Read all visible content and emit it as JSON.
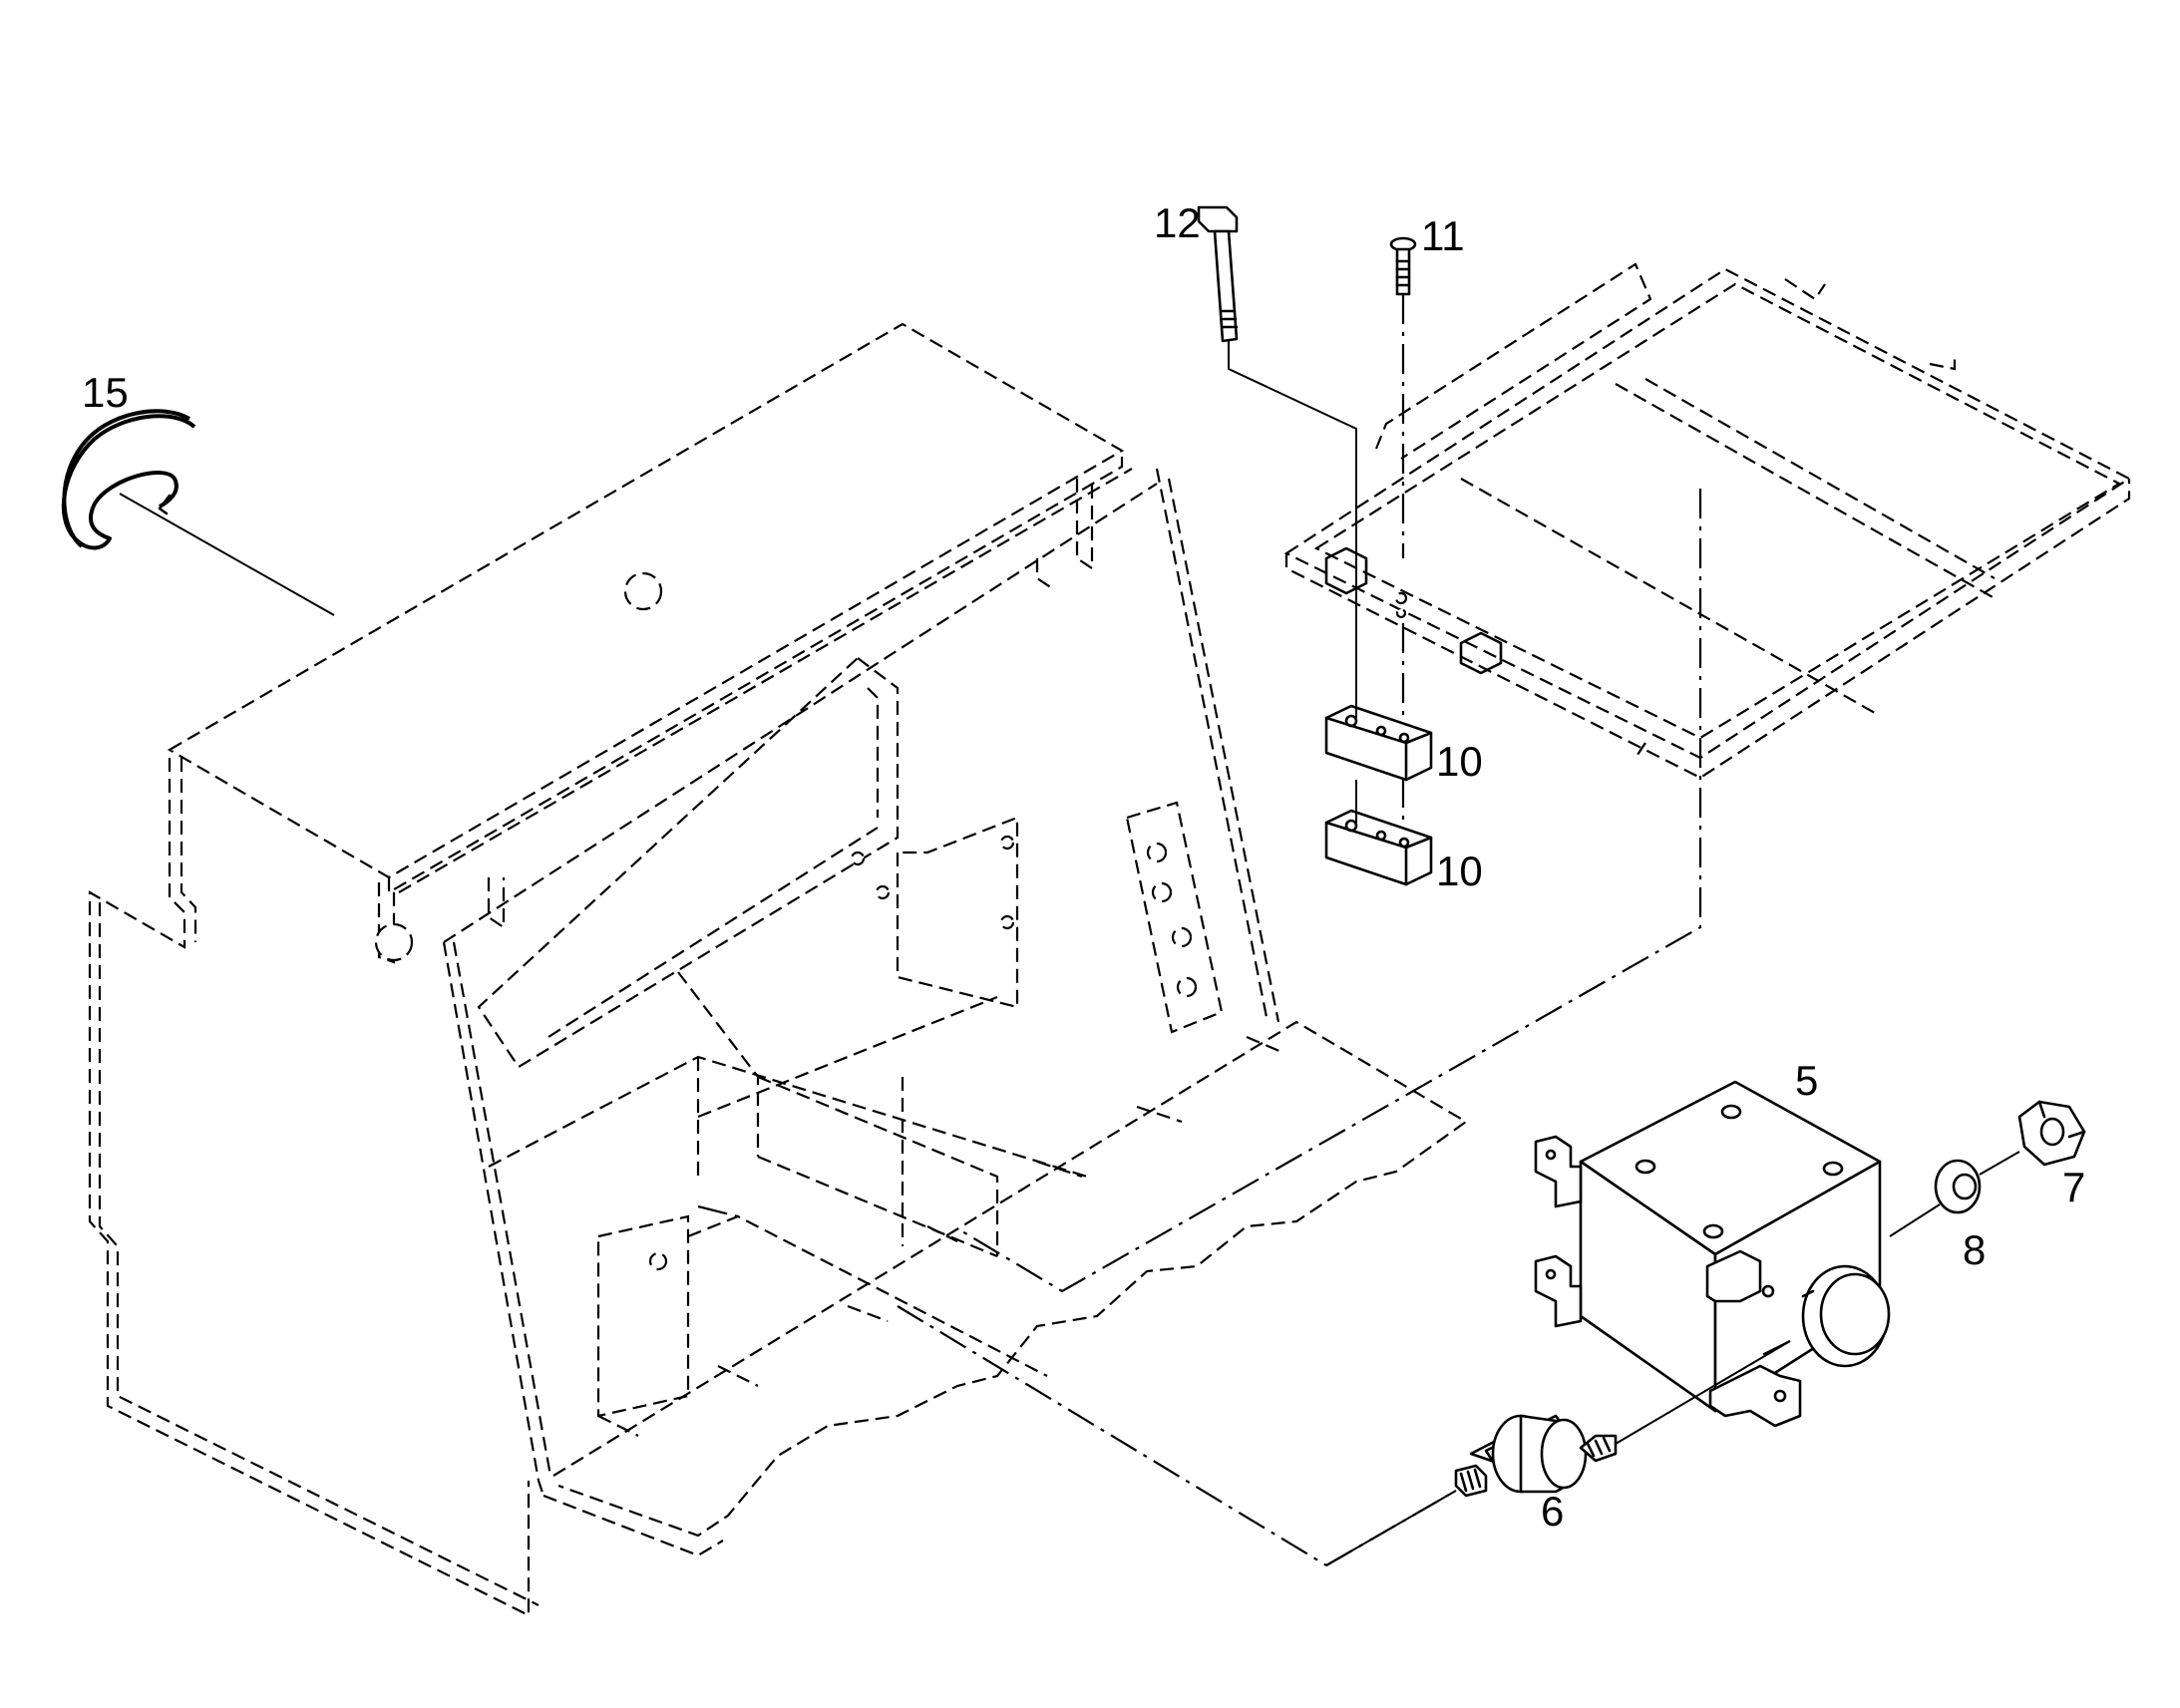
{
  "callouts": {
    "c15": "15",
    "c12": "12",
    "c11": "11",
    "c10a": "10",
    "c10b": "10",
    "c5": "5",
    "c7": "7",
    "c8": "8",
    "c6": "6"
  },
  "colors": {
    "line": "#000000",
    "background": "#ffffff"
  },
  "icons": {
    "p15": "retaining-clip-icon",
    "p12": "hex-bolt-icon",
    "p11": "screw-icon",
    "p10": "spacer-block-icon",
    "p5": "box-housing-icon",
    "p7": "hex-nut-icon",
    "p8": "washer-icon",
    "p6": "rubber-mount-icon"
  }
}
